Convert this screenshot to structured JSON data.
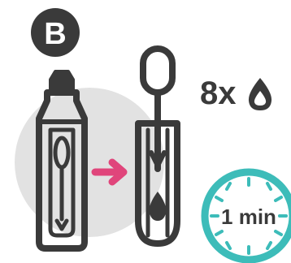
{
  "step": {
    "badge_letter": "B"
  },
  "instruction": {
    "count": "8x",
    "unit_icon": "drop-icon"
  },
  "timer": {
    "label": "1 min",
    "icon": "stopwatch-icon"
  },
  "colors": {
    "ink": "#3a3a3a",
    "background_circle": "#e2e2e2",
    "arrow": "#e0457b",
    "timer_ring": "#3dbcb9"
  }
}
